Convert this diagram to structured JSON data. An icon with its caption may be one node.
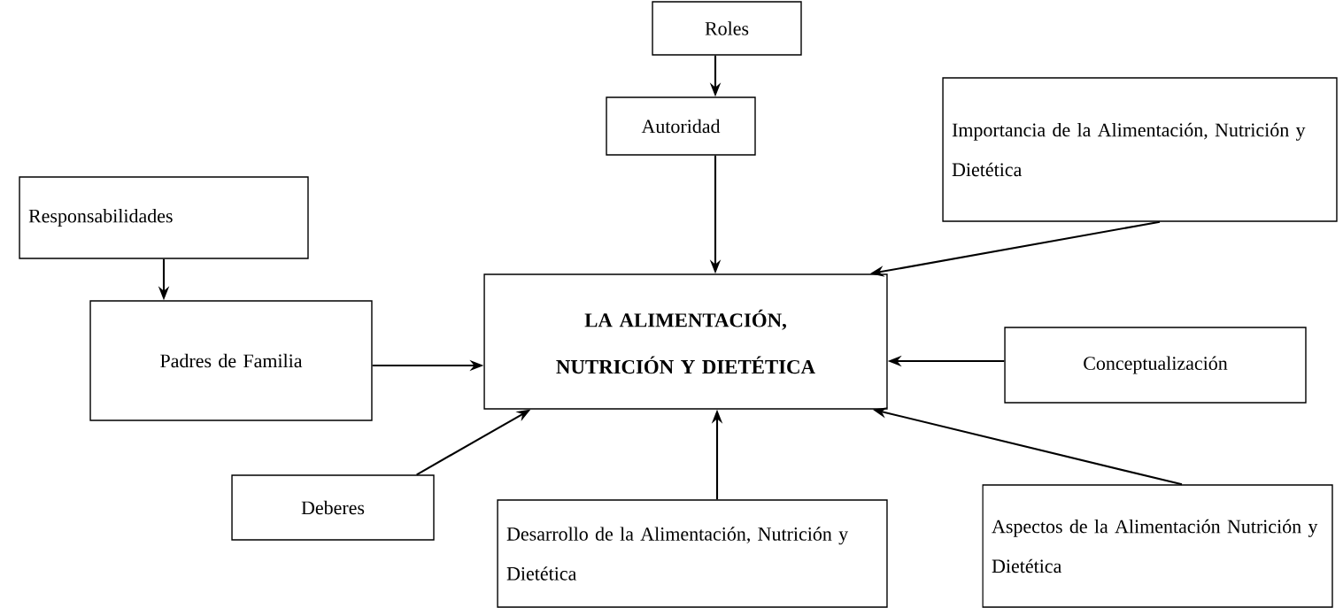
{
  "diagram": {
    "nodes": [
      {
        "text": [
          "Roles"
        ]
      },
      {
        "text": [
          "Autoridad"
        ]
      },
      {
        "text": [
          "Importancia de la Alimentación, Nutrición y Dietética"
        ]
      },
      {
        "text": [
          "Responsabilidades"
        ]
      },
      {
        "text": [
          "Padres de Familia"
        ]
      },
      {
        "text": [
          "LA ALIMENTACIÓN, NUTRICIÓN Y DIETÉTICA"
        ]
      },
      {
        "text": [
          "Conceptualización"
        ]
      },
      {
        "text": [
          "Deberes"
        ]
      },
      {
        "text": [
          "Desarrollo de la Alimentación, Nutrición y Dietética"
        ]
      },
      {
        "text": [
          "Aspectos de la Alimentación Nutrición y Dietética"
        ]
      }
    ],
    "edges": [
      {
        "from": 0,
        "to": 1,
        "arrow": "to"
      },
      {
        "from": 1,
        "to": 5,
        "arrow": "to"
      },
      {
        "from": 3,
        "to": 4,
        "arrow": "to"
      },
      {
        "from": 2,
        "to": 5,
        "arrow": "to"
      },
      {
        "from": 4,
        "to": 5,
        "arrow": "to"
      },
      {
        "from": 6,
        "to": 5,
        "arrow": "to"
      },
      {
        "from": 7,
        "to": 5,
        "arrow": "to"
      },
      {
        "from": 8,
        "to": 5,
        "arrow": "to"
      },
      {
        "from": 9,
        "to": 5,
        "arrow": "to"
      }
    ]
  }
}
